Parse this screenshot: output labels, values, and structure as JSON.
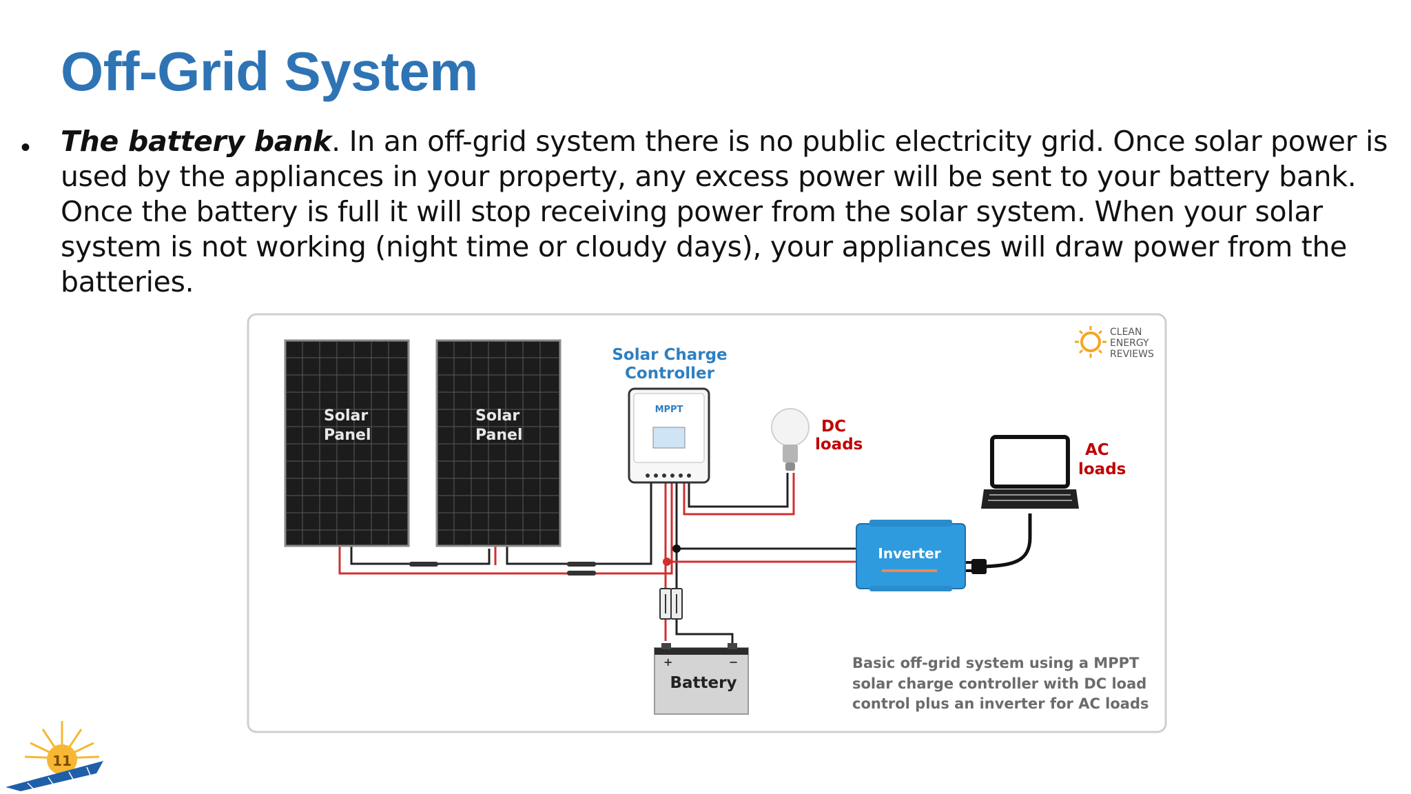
{
  "title": "Off-Grid System",
  "bullet": {
    "term": "The battery bank",
    "text": ". In an off-grid system there is no public electricity grid. Once solar power is used by the appliances in your property, any excess power will be sent to your battery bank. Once the battery is full it will stop receiving power from the solar system. When your solar system is not working (night time or cloudy days), your appliances will draw power from the batteries."
  },
  "diagram": {
    "panel1_label": [
      "Solar",
      "Panel"
    ],
    "panel2_label": [
      "Solar",
      "Panel"
    ],
    "controller_title": [
      "Solar Charge",
      "Controller"
    ],
    "controller_badge": "MPPT",
    "dc_label": [
      "DC",
      "loads"
    ],
    "ac_label": [
      "AC",
      "loads"
    ],
    "inverter_label": "Inverter",
    "battery_label": "Battery",
    "battery_plus": "+",
    "battery_minus": "−",
    "logo_text": [
      "CLEAN",
      "ENERGY",
      "REVIEWS"
    ],
    "caption": [
      "Basic off-grid system using a MPPT",
      "solar charge controller with DC load",
      "control plus an inverter for AC loads"
    ]
  },
  "page_number": "11",
  "colors": {
    "title": "#2e74b5",
    "diagram_heading": "#2e7fc0",
    "loads_label": "#c00000",
    "wire_red": "#d32f2f",
    "inverter": "#2f9bdf"
  }
}
